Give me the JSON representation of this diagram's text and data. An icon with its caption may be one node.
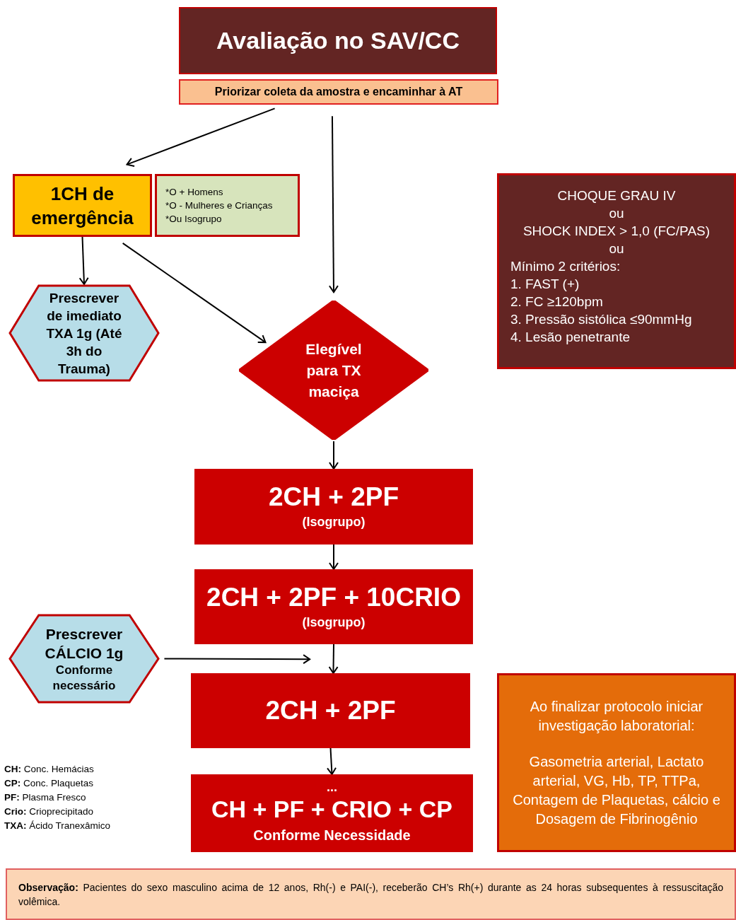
{
  "diagram": {
    "nodes": [
      {
        "text": [
          "Avaliação no SAV/CC"
        ]
      },
      {
        "text": [
          "Priorizar coleta da amostra e encaminhar à AT"
        ]
      },
      {
        "text": [
          "1CH de emergência"
        ]
      },
      {
        "text": [
          "*O + Homens",
          "*O - Mulheres e Crianças",
          "*Ou Isogrupo"
        ]
      },
      {
        "text": [
          "Prescrever de imediato TXA 1g (Até 3h do Trauma)"
        ]
      },
      {
        "text": [
          "Elegível para TX maciça"
        ]
      },
      {
        "text": [
          "CHOQUE GRAU IV",
          "ou",
          "SHOCK INDEX > 1,0 (FC/PAS)",
          "ou",
          "Mínimo 2 critérios:",
          "1. FAST (+)",
          "2. FC ≥120bpm",
          "3. Pressão sistólica ≤90mmHg",
          "4. Lesão penetrante"
        ]
      },
      {
        "text": [
          "2CH + 2PF",
          "(Isogrupo)"
        ]
      },
      {
        "text": [
          "2CH + 2PF + 10CRIO",
          "(Isogrupo)"
        ]
      },
      {
        "text": [
          "Prescrever CÁLCIO 1g",
          "Conforme necessário"
        ]
      },
      {
        "text": [
          "2CH + 2PF"
        ]
      },
      {
        "text": [
          "...",
          "CH + PF + CRIO + CP",
          "Conforme Necessidade"
        ]
      },
      {
        "text": [
          "Ao finalizar protocolo iniciar investigação laboratorial:",
          "Gasometria arterial, Lactato arterial, VG, Hb, TP, TTPa, Contagem de Plaquetas, cálcio e Dosagem de Fibrinogênio"
        ]
      },
      {
        "text": [
          "**Observação:** Pacientes do sexo masculino acima de 12 anos, Rh(-) e PAI(-), receberão CH’s Rh(+) durante as 24 horas subsequentes à ressuscitação volêmica."
        ]
      }
    ],
    "edges": [
      {
        "from": 1,
        "to": 2,
        "arrow": "to"
      },
      {
        "from": 1,
        "to": 5,
        "arrow": "to"
      },
      {
        "from": 2,
        "to": 4,
        "arrow": "to"
      },
      {
        "from": 2,
        "to": 5,
        "arrow": "to"
      },
      {
        "from": 5,
        "to": 7,
        "arrow": "to"
      },
      {
        "from": 7,
        "to": 8,
        "arrow": "to"
      },
      {
        "from": 8,
        "to": 10,
        "arrow": "to"
      },
      {
        "from": 10,
        "to": 11,
        "arrow": "to"
      },
      {
        "from": 9,
        "to": 8,
        "arrow": "to"
      }
    ],
    "labels": [
      "**CH:** Conc. Hemácias",
      "**CP:** Conc. Plaquetas",
      "**PF:** Plasma Fresco",
      "**Crio:** Crioprecipitado",
      "**TXA:** Ácido Tranexâmico"
    ]
  }
}
